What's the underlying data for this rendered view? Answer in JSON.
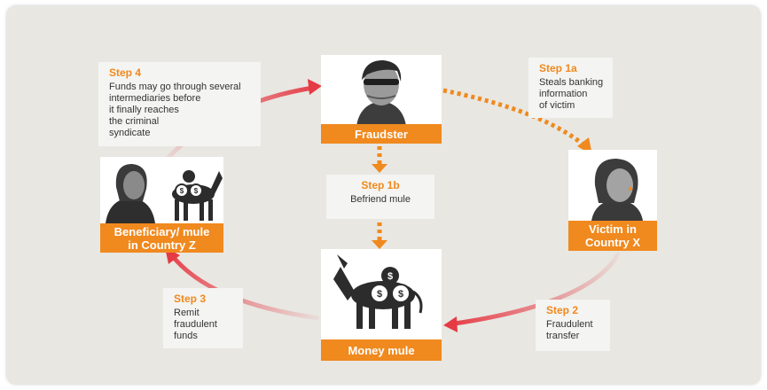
{
  "nodes": {
    "fraudster": {
      "label": "Fraudster",
      "icon": "fraudster-portrait-icon"
    },
    "victim": {
      "label": "Victim in\nCountry X",
      "icon": "victim-portrait-icon"
    },
    "mule": {
      "label": "Money mule",
      "icon": "donkey-money-bags-icon"
    },
    "beneficiary": {
      "label": "Beneficiary/ mule\nin Country Z",
      "icon": "beneficiary-portrait-icon"
    }
  },
  "steps": {
    "s1a": {
      "title": "Step 1a",
      "text": "Steals banking\ninformation\nof victim"
    },
    "s1b": {
      "title": "Step 1b",
      "text": "Befriend mule"
    },
    "s2": {
      "title": "Step 2",
      "text": "Fraudulent\ntransfer"
    },
    "s3": {
      "title": "Step 3",
      "text": "Remit\nfraudulent\nfunds"
    },
    "s4": {
      "title": "Step 4",
      "text": "Funds may go  through several\nintermediaries before\nit finally reaches\nthe criminal\nsyndicate"
    }
  },
  "colors": {
    "accent": "#f0891e",
    "arrow_red": "#e53b44",
    "background": "#e8e7e2",
    "step_box": "#f4f4f2"
  }
}
